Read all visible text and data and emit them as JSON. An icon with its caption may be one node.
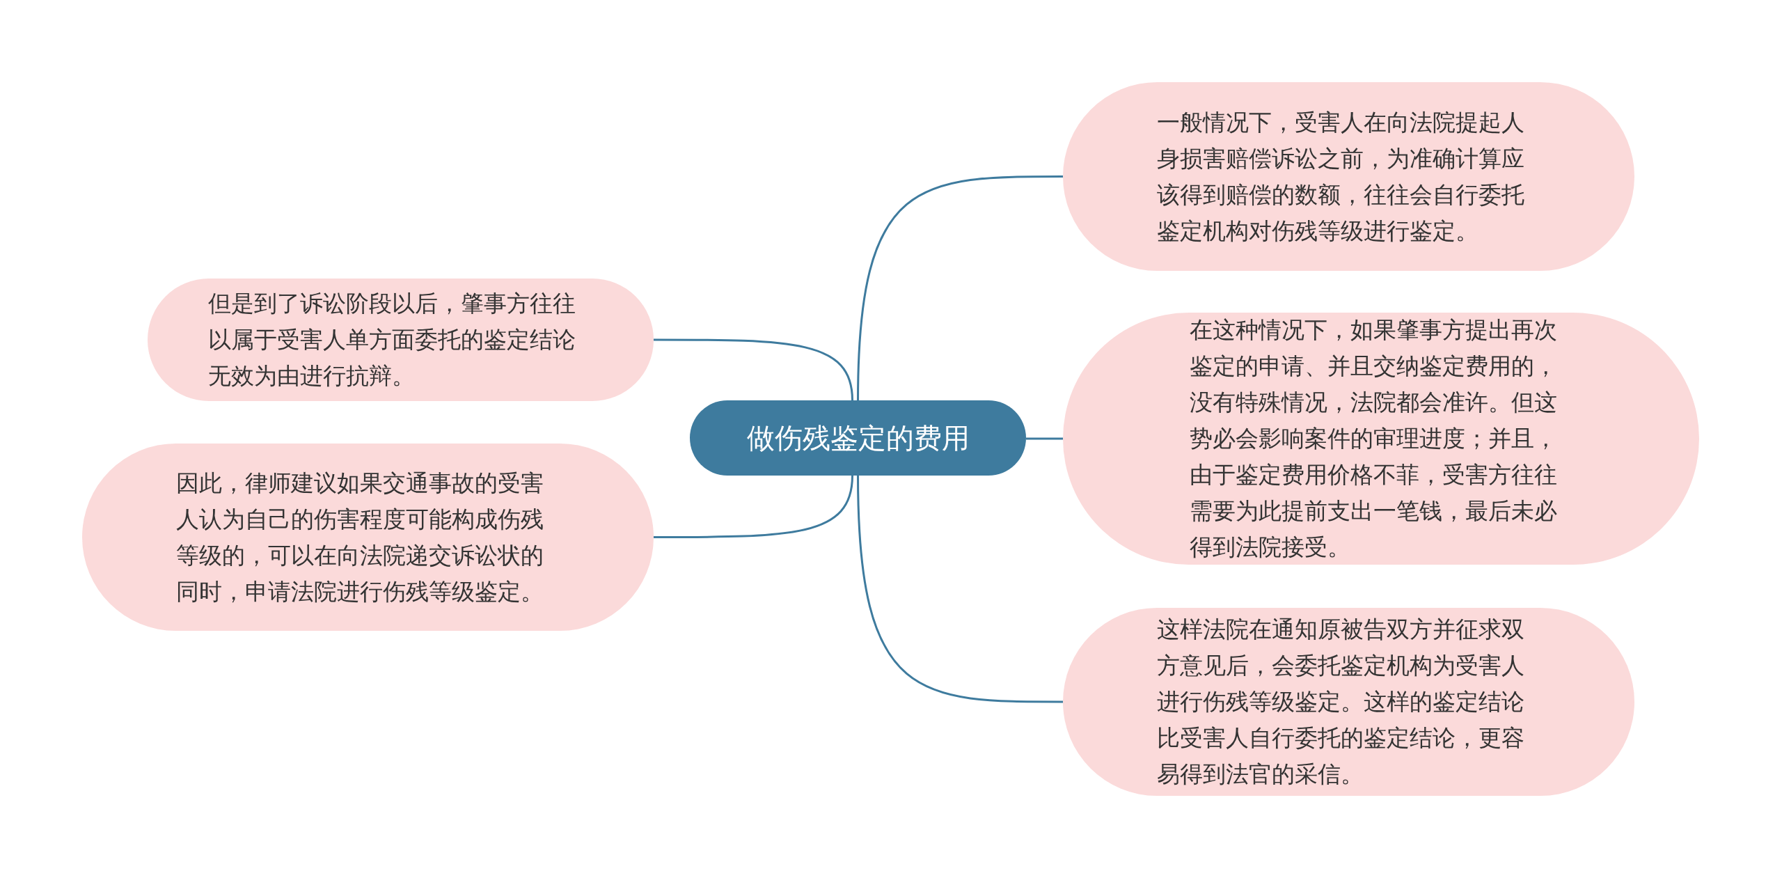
{
  "diagram": {
    "nodes": [
      {
        "text": [
          "做伤残鉴定的费用"
        ]
      },
      {
        "text": [
          "但是到了诉讼阶段以后，肇事方往往以属于受害人单方面委托的鉴定结论无效为由进行抗辩。"
        ]
      },
      {
        "text": [
          "因此，律师建议如果交通事故的受害人认为自己的伤害程度可能构成伤残等级的，可以在向法院递交诉讼状的同时，申请法院进行伤残等级鉴定。"
        ]
      },
      {
        "text": [
          "一般情况下，受害人在向法院提起人身损害赔偿诉讼之前，为准确计算应该得到赔偿的数额，往往会自行委托鉴定机构对伤残等级进行鉴定。"
        ]
      },
      {
        "text": [
          "在这种情况下，如果肇事方提出再次鉴定的申请、并且交纳鉴定费用的，没有特殊情况，法院都会准许。但这势必会影响案件的审理进度；并且，由于鉴定费用价格不菲，受害方往往需要为此提前支出一笔钱，最后未必得到法院接受。"
        ]
      },
      {
        "text": [
          "这样法院在通知原被告双方并征求双方意见后，会委托鉴定机构为受害人进行伤残等级鉴定。这样的鉴定结论比受害人自行委托的鉴定结论，更容易得到法官的采信。"
        ]
      }
    ],
    "edges": [
      {
        "from": 0,
        "to": 1,
        "arrow": "none"
      },
      {
        "from": 0,
        "to": 2,
        "arrow": "none"
      },
      {
        "from": 0,
        "to": 3,
        "arrow": "none"
      },
      {
        "from": 0,
        "to": 4,
        "arrow": "none"
      },
      {
        "from": 0,
        "to": 5,
        "arrow": "none"
      }
    ]
  }
}
